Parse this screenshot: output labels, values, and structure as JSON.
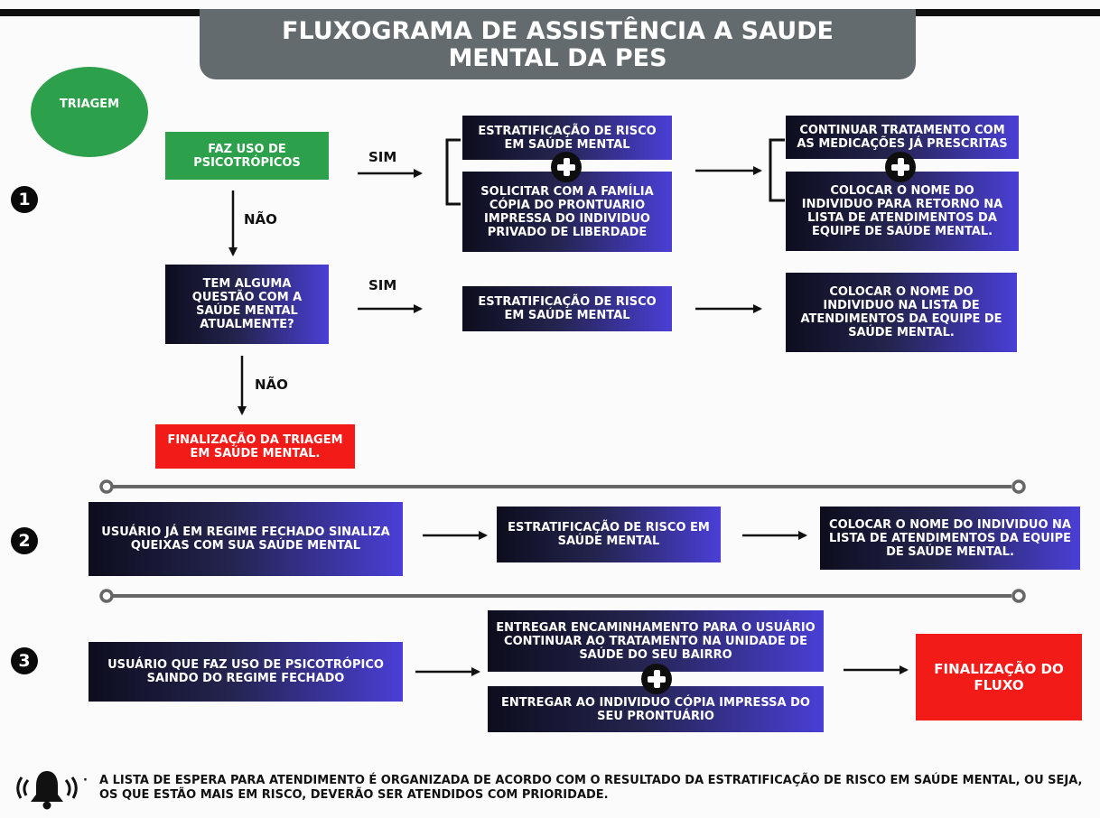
{
  "title": {
    "line1": "FLUXOGRAMA DE ASSISTÊNCIA A SAUDE",
    "line2": "MENTAL DA PES"
  },
  "triagem": "TRIAGEM",
  "steps": [
    "1",
    "2",
    "3"
  ],
  "labels": {
    "sim": "SIM",
    "nao": "NÃO"
  },
  "section1": {
    "q1": "FAZ USO DE PSICOTRÓPICOS",
    "q1_yes": {
      "a": "ESTRATIFICAÇÃO DE RISCO EM SAÚDE MENTAL",
      "b": "SOLICITAR COM A FAMÍLIA CÓPIA DO PRONTUARIO IMPRESSA DO INDIVIDUO PRIVADO DE LIBERDADE"
    },
    "q1_result": {
      "a": "CONTINUAR TRATAMENTO COM AS MEDICAÇÕES JÁ PRESCRITAS",
      "b": "COLOCAR O NOME DO INDIVIDUO PARA RETORNO NA LISTA DE ATENDIMENTOS DA EQUIPE DE SAÚDE MENTAL."
    },
    "q2": "TEM ALGUMA QUESTÃO COM A SAÚDE MENTAL ATUALMENTE?",
    "q2_yes": "ESTRATIFICAÇÃO DE RISCO EM SAÚDE MENTAL",
    "q2_result": "COLOCAR O NOME DO INDIVIDUO NA LISTA DE ATENDIMENTOS DA EQUIPE DE SAÚDE MENTAL.",
    "end": "FINALIZAÇÃO DA TRIAGEM EM SAÚDE MENTAL."
  },
  "section2": {
    "start": "USUÁRIO JÁ EM REGIME FECHADO SINALIZA QUEIXAS COM SUA SAÚDE MENTAL",
    "mid": "ESTRATIFICAÇÃO DE RISCO EM SAÚDE MENTAL",
    "end": "COLOCAR O NOME DO INDIVIDUO NA LISTA DE ATENDIMENTOS DA EQUIPE DE SAÚDE MENTAL."
  },
  "section3": {
    "start": "USUÁRIO QUE FAZ USO DE PSICOTRÓPICO SAINDO DO REGIME FECHADO",
    "mid_a": "ENTREGAR ENCAMINHAMENTO PARA O USUÁRIO CONTINUAR AO TRATAMENTO NA UNIDADE DE SAÚDE DO SEU BAIRRO",
    "mid_b": "ENTREGAR AO INDIVIDUO CÓPIA IMPRESSA DO SEU PRONTUÁRIO",
    "end": "FINALIZAÇÃO DO FLUXO"
  },
  "footer_note": "A LISTA DE ESPERA PARA ATENDIMENTO É ORGANIZADA DE ACORDO COM O RESULTADO DA ESTRATIFICAÇÃO DE RISCO EM SAÚDE MENTAL, OU SEJA, OS QUE ESTÃO MAIS EM RISCO, DEVERÃO SER ATENDIDOS COM PRIORIDADE.",
  "icons": {
    "bell": "bell-icon",
    "plus": "plus-icon",
    "arrow": "arrow-icon"
  },
  "colors": {
    "banner": "#636b6f",
    "green": "#2ca04a",
    "red": "#f21b18",
    "box_dark": "#0d0d1e",
    "box_blue": "#4a3fd6",
    "line": "#6b6b6b"
  }
}
